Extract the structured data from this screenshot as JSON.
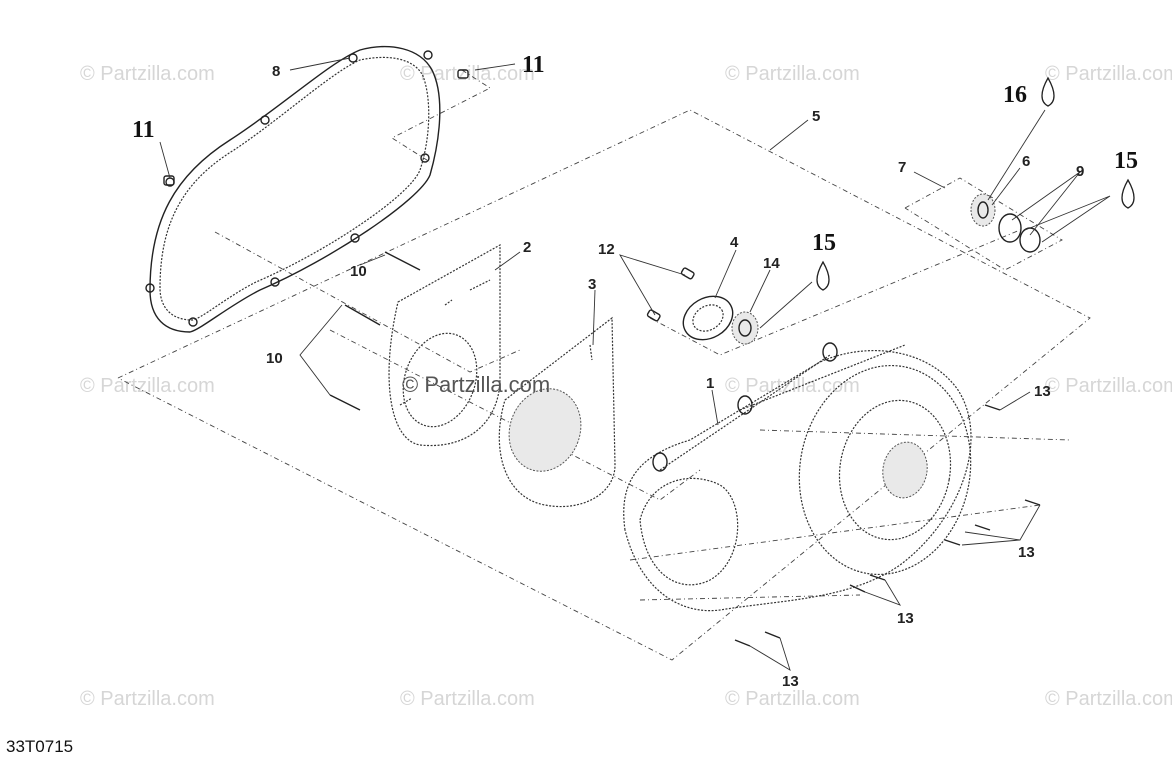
{
  "watermark_text": "© Partzilla.com",
  "center_watermark_text": "© Partzilla.com",
  "diagram_code": "33T0715",
  "callouts": [
    {
      "id": "c8",
      "label": "8"
    },
    {
      "id": "c11a",
      "label": "11"
    },
    {
      "id": "c11b",
      "label": "11"
    },
    {
      "id": "c5",
      "label": "5"
    },
    {
      "id": "c16",
      "label": "16"
    },
    {
      "id": "c6",
      "label": "6"
    },
    {
      "id": "c7",
      "label": "7"
    },
    {
      "id": "c9",
      "label": "9"
    },
    {
      "id": "c15a",
      "label": "15"
    },
    {
      "id": "c10a",
      "label": "10"
    },
    {
      "id": "c2",
      "label": "2"
    },
    {
      "id": "c12",
      "label": "12"
    },
    {
      "id": "c4",
      "label": "4"
    },
    {
      "id": "c14",
      "label": "14"
    },
    {
      "id": "c15b",
      "label": "15"
    },
    {
      "id": "c3",
      "label": "3"
    },
    {
      "id": "c10b",
      "label": "10"
    },
    {
      "id": "c1",
      "label": "1"
    },
    {
      "id": "c13a",
      "label": "13"
    },
    {
      "id": "c13b",
      "label": "13"
    },
    {
      "id": "c13c",
      "label": "13"
    },
    {
      "id": "c13d",
      "label": "13"
    }
  ]
}
